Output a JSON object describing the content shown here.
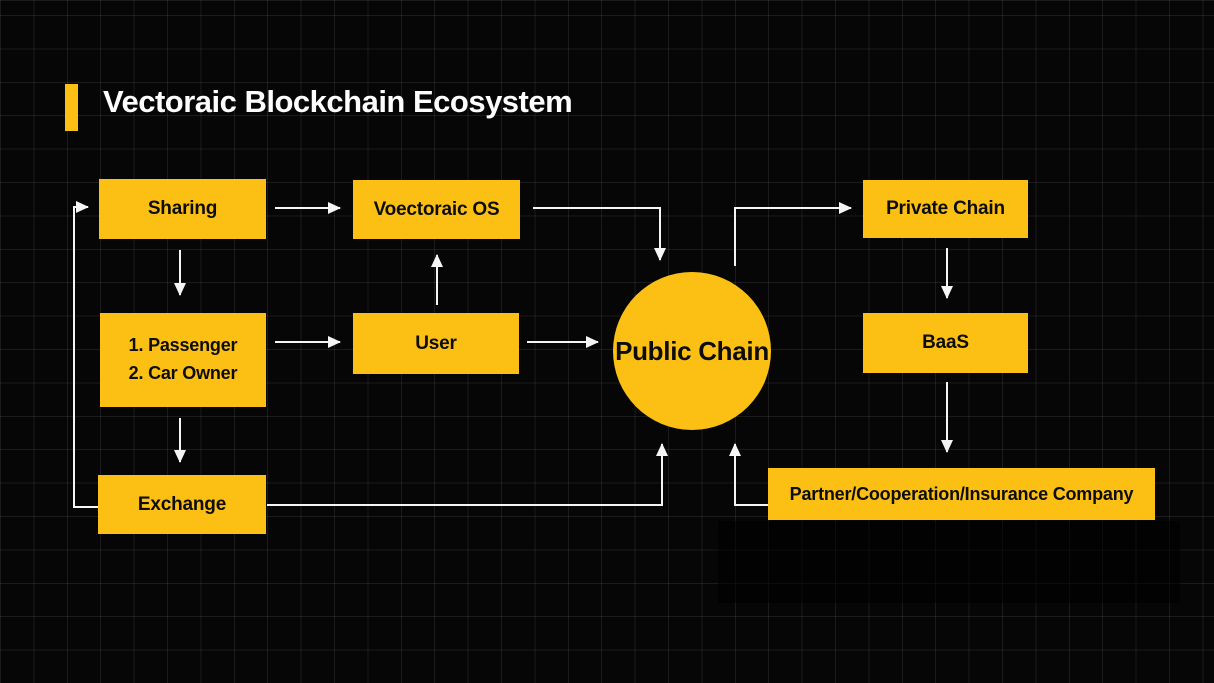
{
  "title": {
    "text": "Vectoraic Blockchain Ecosystem"
  },
  "colors": {
    "accent_gold": "#FCBF13",
    "background": "#060606",
    "title_text": "#FFFFFF",
    "node_text": "#0D0D0D",
    "arrow": "#F5F5F5"
  },
  "nodes": {
    "sharing": {
      "label": "Sharing"
    },
    "voectoraic_os": {
      "label": "Voectoraic OS"
    },
    "private_chain": {
      "label": "Private Chain"
    },
    "passenger_owner": {
      "line1": "1. Passenger",
      "line2": "2. Car Owner"
    },
    "user": {
      "label": "User"
    },
    "baas": {
      "label": "BaaS"
    },
    "exchange": {
      "label": "Exchange"
    },
    "partner": {
      "label": "Partner/Cooperation/Insurance Company"
    },
    "public_chain": {
      "label": "Public Chain"
    }
  }
}
